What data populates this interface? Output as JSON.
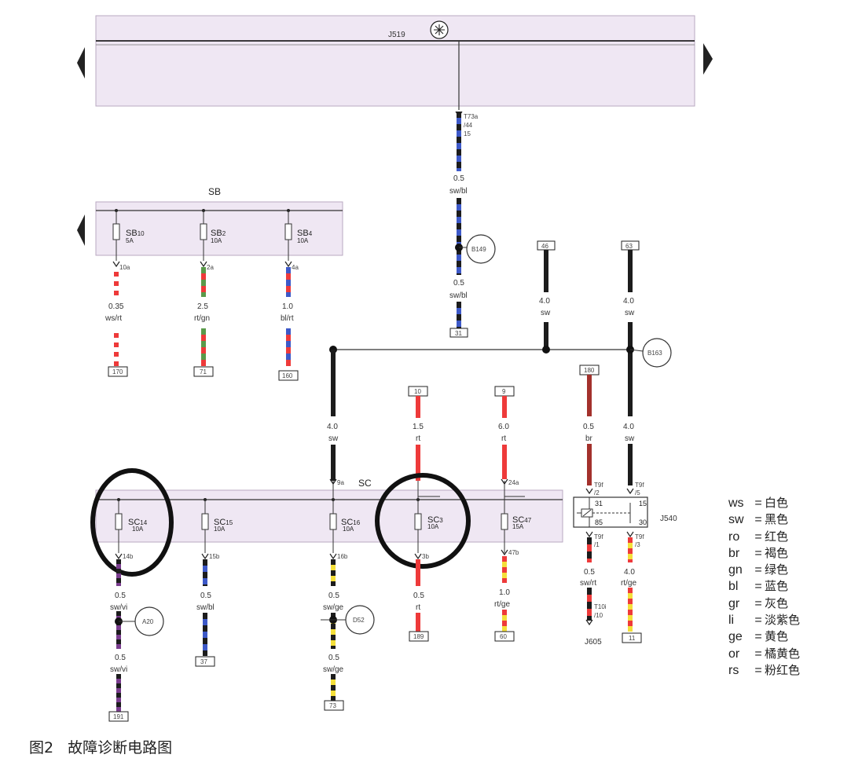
{
  "modules": {
    "j519": "J519",
    "sb": "SB",
    "sc": "SC",
    "j540": "J540",
    "j605": "J605"
  },
  "connectors": {
    "j519_pin": [
      "T73a",
      "/44",
      "15"
    ],
    "t9f_2": [
      "T9f",
      "/2"
    ],
    "t9f_5": [
      "T9f",
      "/5"
    ],
    "t9f_1": [
      "T9f",
      "/1"
    ],
    "t9f_3": [
      "T9f",
      "/3"
    ],
    "t10i": [
      "T10i",
      "/10"
    ]
  },
  "relay_pins": {
    "p31": "31",
    "p85": "85",
    "p15": "15",
    "p30": "30"
  },
  "fuses": [
    {
      "name": "SB",
      "sub": "10",
      "rating": "5A",
      "pin": "10a"
    },
    {
      "name": "SB",
      "sub": "2",
      "rating": "10A",
      "pin": "2a"
    },
    {
      "name": "SB",
      "sub": "4",
      "rating": "10A",
      "pin": "4a"
    },
    {
      "name": "SC",
      "sub": "14",
      "rating": "10A",
      "pin_in": "",
      "pin_out": "14b"
    },
    {
      "name": "SC",
      "sub": "15",
      "rating": "10A",
      "pin_in": "",
      "pin_out": "15b"
    },
    {
      "name": "SC",
      "sub": "16",
      "rating": "10A",
      "pin_in": "9a",
      "pin_out": "16b"
    },
    {
      "name": "SC",
      "sub": "3",
      "rating": "10A",
      "pin_in": "",
      "pin_out": "3b"
    },
    {
      "name": "SC",
      "sub": "47",
      "rating": "15A",
      "pin_in": "24a",
      "pin_out": "47b"
    }
  ],
  "wires": {
    "j519_upper": {
      "size": "0.5",
      "color": "sw/bl"
    },
    "j519_lower": {
      "size": "0.5",
      "color": "sw/bl"
    },
    "sb10": {
      "size": "0.35",
      "color": "ws/rt"
    },
    "sb2": {
      "size": "2.5",
      "color": "rt/gn"
    },
    "sb4": {
      "size": "1.0",
      "color": "bl/rt"
    },
    "w46": {
      "size": "4.0",
      "color": "sw"
    },
    "w63": {
      "size": "4.0",
      "color": "sw"
    },
    "sc16_in": {
      "size": "4.0",
      "color": "sw"
    },
    "sc3_in": {
      "size": "1.5",
      "color": "rt"
    },
    "sc47_in": {
      "size": "6.0",
      "color": "rt"
    },
    "j540_in_br": {
      "size": "0.5",
      "color": "br"
    },
    "j540_in_sw": {
      "size": "4.0",
      "color": "sw"
    },
    "sc14_out1": {
      "size": "0.5",
      "color": "sw/vi"
    },
    "sc14_out2": {
      "size": "0.5",
      "color": "sw/vi"
    },
    "sc15_out": {
      "size": "0.5",
      "color": "sw/bl"
    },
    "sc16_out1": {
      "size": "0.5",
      "color": "sw/ge"
    },
    "sc16_out2": {
      "size": "0.5",
      "color": "sw/ge"
    },
    "sc3_out": {
      "size": "0.5",
      "color": "rt"
    },
    "sc47_out": {
      "size": "1.0",
      "color": "rt/ge"
    },
    "j540_out1": {
      "size": "0.5",
      "color": "sw/rt"
    },
    "j540_out2": {
      "size": "4.0",
      "color": "rt/ge"
    }
  },
  "refs": {
    "r31": "31",
    "r46": "46",
    "r63": "63",
    "r170": "170",
    "r71": "71",
    "r160": "160",
    "r10": "10",
    "r9": "9",
    "r180": "180",
    "r191": "191",
    "r37": "37",
    "r73": "73",
    "r189": "189",
    "r60": "60",
    "r11": "11"
  },
  "splices": {
    "b149": "B149",
    "b163": "B163",
    "a20": "A20",
    "d52": "D52"
  },
  "legend": [
    {
      "code": "ws",
      "eq": "=",
      "cn": "白色"
    },
    {
      "code": "sw",
      "eq": "=",
      "cn": "黑色"
    },
    {
      "code": "ro",
      "eq": "=",
      "cn": "红色"
    },
    {
      "code": "br",
      "eq": "=",
      "cn": "褐色"
    },
    {
      "code": "gn",
      "eq": "=",
      "cn": "绿色"
    },
    {
      "code": "bl",
      "eq": "=",
      "cn": "蓝色"
    },
    {
      "code": "gr",
      "eq": "=",
      "cn": "灰色"
    },
    {
      "code": "li",
      "eq": "=",
      "cn": "淡紫色"
    },
    {
      "code": "ge",
      "eq": "=",
      "cn": "黄色"
    },
    {
      "code": "or",
      "eq": "=",
      "cn": "橘黄色"
    },
    {
      "code": "rs",
      "eq": "=",
      "cn": "粉红色"
    }
  ],
  "caption": {
    "figure": "图2",
    "title": "故障诊断电路图"
  },
  "colors": {
    "panel": "#efe7f3",
    "black": "#1c1c1c",
    "blue": "#3d59c8",
    "red": "#ee3a3a",
    "green": "#5a9a4a",
    "yellow": "#f4df3a",
    "brown": "#a3312c",
    "violet": "#7a3d8e",
    "white": "#ffffff"
  }
}
